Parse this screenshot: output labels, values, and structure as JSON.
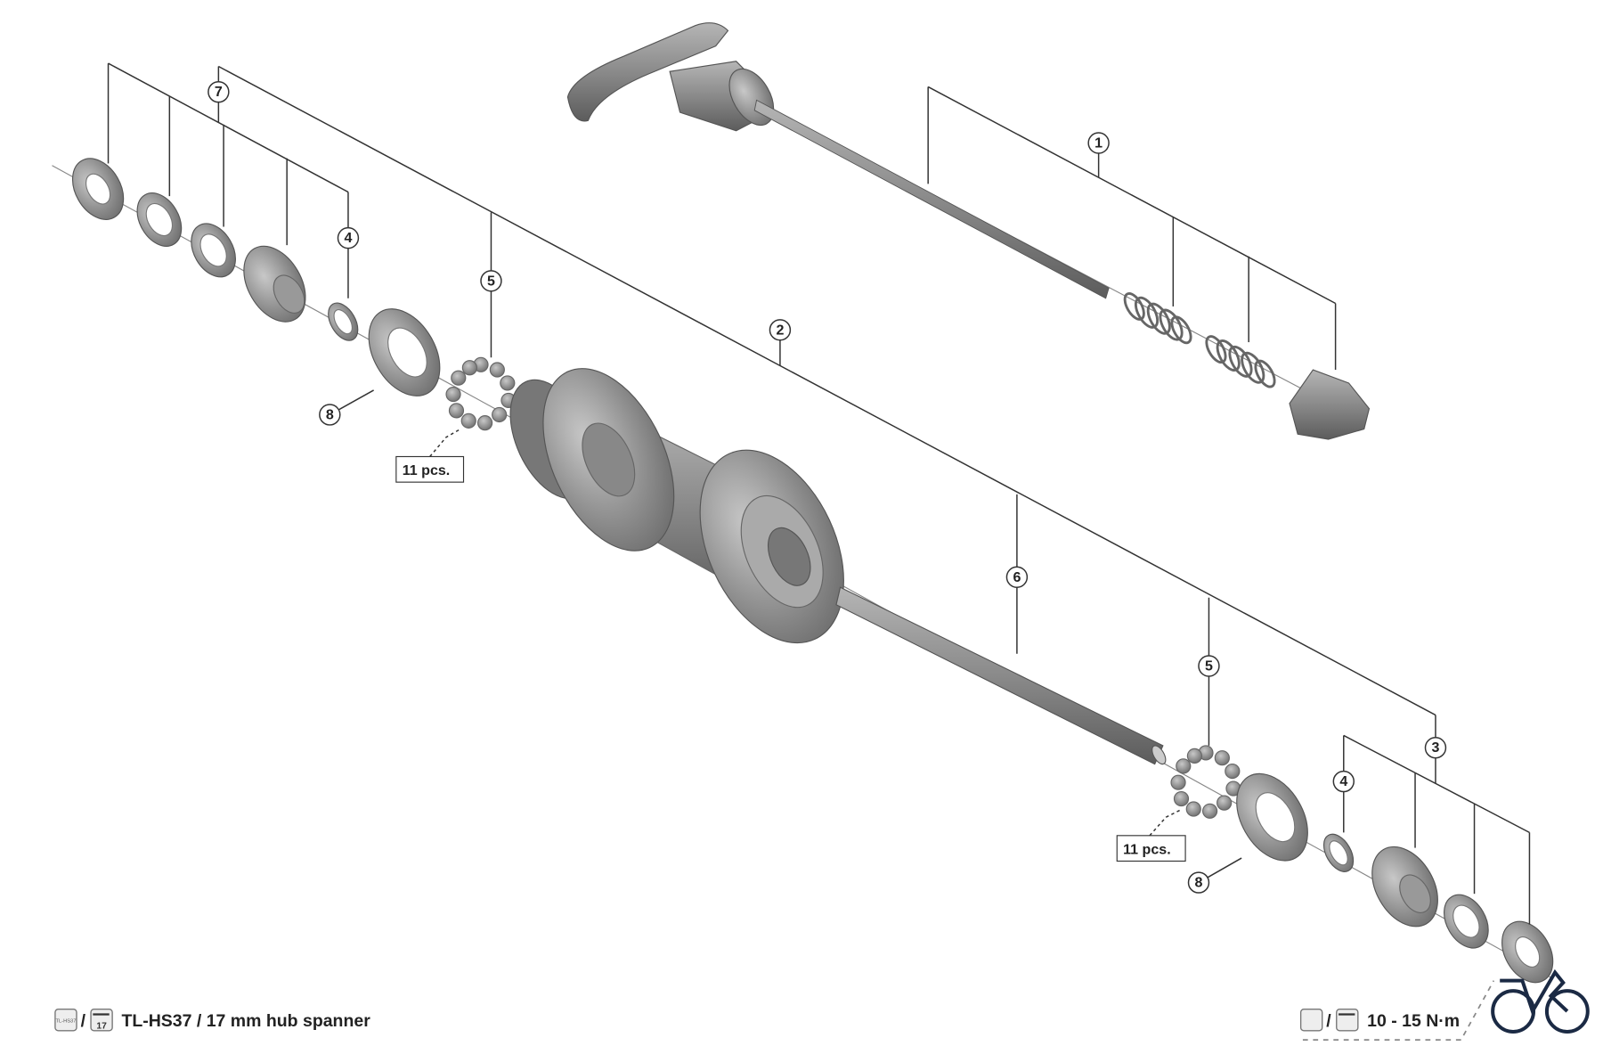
{
  "diagram": {
    "callouts": [
      {
        "id": "1",
        "label": "1"
      },
      {
        "id": "2",
        "label": "2"
      },
      {
        "id": "3",
        "label": "3"
      },
      {
        "id": "4a",
        "label": "4"
      },
      {
        "id": "4b",
        "label": "4"
      },
      {
        "id": "5a",
        "label": "5"
      },
      {
        "id": "5b",
        "label": "5"
      },
      {
        "id": "6",
        "label": "6"
      },
      {
        "id": "7",
        "label": "7"
      },
      {
        "id": "8a",
        "label": "8"
      },
      {
        "id": "8b",
        "label": "8"
      }
    ],
    "notes": {
      "balls_left": "11 pcs.",
      "balls_right": "11 pcs."
    },
    "footer": {
      "tool_left": "TL-HS37 / 17 mm hub spanner",
      "torque_right": "10 - 15 N·m",
      "icon_tool_text": "TL-HS37",
      "icon_spanner_text": "17",
      "separator": "/"
    },
    "colors": {
      "part": "#8a8a8a",
      "line": "#333333",
      "logo": "#1b2a44"
    },
    "icons": [
      "hub-tool-icon",
      "spanner-17-icon",
      "bicycle-logo-icon"
    ]
  }
}
